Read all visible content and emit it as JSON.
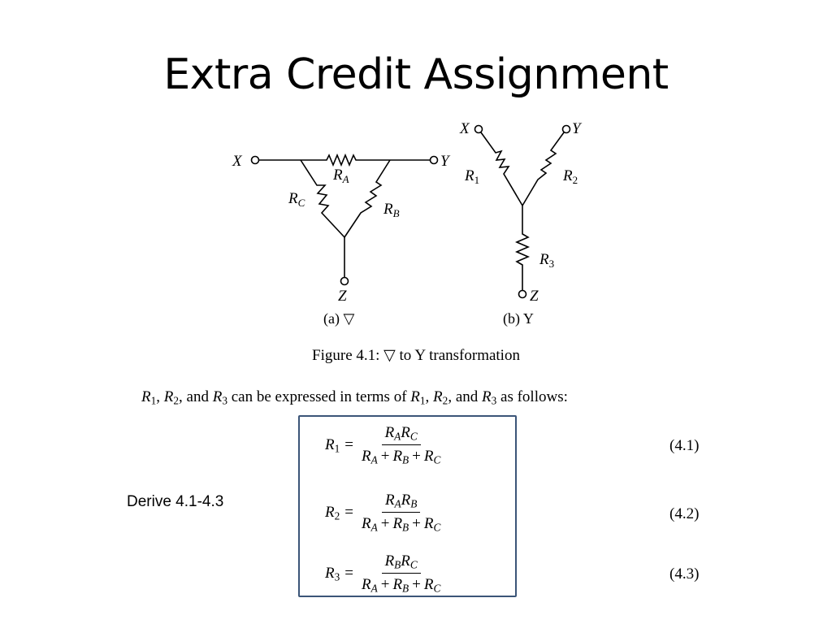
{
  "slide": {
    "title": "Extra Credit Assignment",
    "side_note": "Derive 4.1-4.3"
  },
  "diagram_a": {
    "node_x": "X",
    "node_y": "Y",
    "node_z": "Z",
    "resistor_a": "R",
    "resistor_a_sub": "A",
    "resistor_b": "R",
    "resistor_b_sub": "B",
    "resistor_c": "R",
    "resistor_c_sub": "C",
    "caption": "(a) ▽"
  },
  "diagram_b": {
    "node_x": "X",
    "node_y": "Y",
    "node_z": "Z",
    "resistor_1": "R",
    "resistor_1_sub": "1",
    "resistor_2": "R",
    "resistor_2_sub": "2",
    "resistor_3": "R",
    "resistor_3_sub": "3",
    "caption": "(b) Y"
  },
  "figure_caption": "Figure 4.1:  ▽  to Y transformation",
  "intro": {
    "t1": ", ",
    "t2": ", and ",
    "t3": " can be expressed in terms of ",
    "t4": ", ",
    "t5": ", and ",
    "t6": " as follows:",
    "r": "R",
    "s1": "1",
    "s2": "2",
    "s3": "3"
  },
  "equations": [
    {
      "lhs": "R",
      "lhs_sub": "1",
      "num_a": "R",
      "num_a_sub": "A",
      "num_b": "R",
      "num_b_sub": "C",
      "number": "(4.1)"
    },
    {
      "lhs": "R",
      "lhs_sub": "2",
      "num_a": "R",
      "num_a_sub": "A",
      "num_b": "R",
      "num_b_sub": "B",
      "number": "(4.2)"
    },
    {
      "lhs": "R",
      "lhs_sub": "3",
      "num_a": "R",
      "num_a_sub": "B",
      "num_b": "R",
      "num_b_sub": "C",
      "number": "(4.3)"
    }
  ],
  "denominator": {
    "t1": "R",
    "s1": "A",
    "plus1": "+",
    "t2": "R",
    "s2": "B",
    "plus2": "+",
    "t3": "R",
    "s3": "C"
  },
  "equals": "=",
  "colors": {
    "box_border": "#3b5578",
    "ink": "#000000"
  }
}
